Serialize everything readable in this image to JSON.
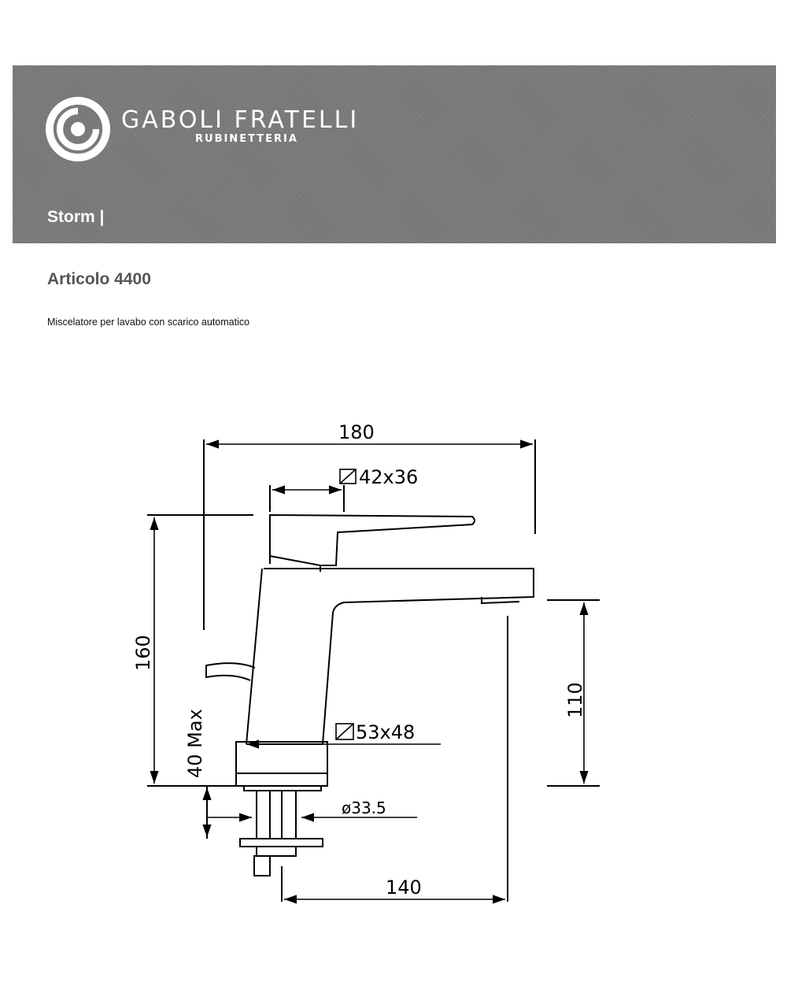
{
  "header": {
    "brand_name": "GABOLI FRATELLI",
    "brand_sub": "RUBINETTERIA",
    "collection": "Storm |"
  },
  "article": {
    "title": "Articolo 4400",
    "description": "Miscelatore per lavabo con scarico automatico"
  },
  "drawing": {
    "dims": {
      "width_total": "180",
      "handle_section": "42x36",
      "height_total": "160",
      "spout_height": "110",
      "body_section": "53x48",
      "max_thickness": "40 Max",
      "hole_diameter": "ø33.5",
      "reach": "140"
    }
  }
}
